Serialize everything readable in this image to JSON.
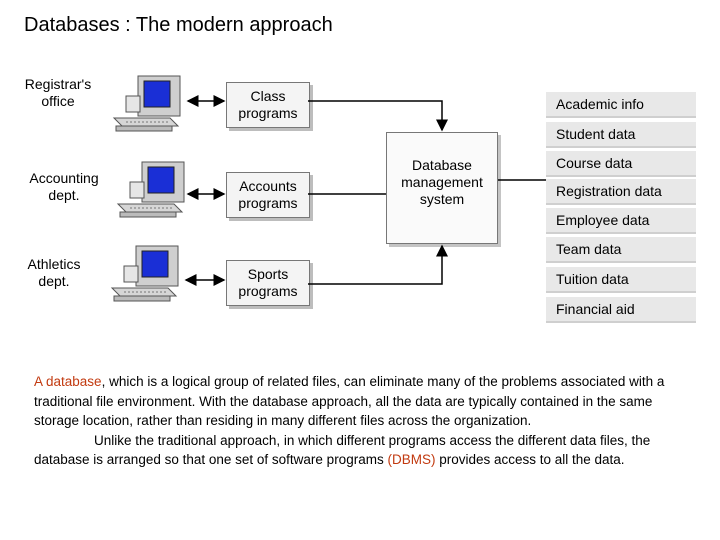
{
  "title": "Databases : The modern approach",
  "departments": [
    {
      "label": "Registrar's\noffice"
    },
    {
      "label": "Accounting\ndept."
    },
    {
      "label": "Athletics\ndept."
    }
  ],
  "programs": [
    {
      "label": "Class\nprograms"
    },
    {
      "label": "Accounts\nprograms"
    },
    {
      "label": "Sports\nprograms"
    }
  ],
  "dbms_label": "Database\nmanagement\nsystem",
  "data_stores": [
    "Academic info",
    "Student data",
    "Course data",
    "Registration data",
    "Employee data",
    "Team data",
    "Tuition data",
    "Financial aid"
  ],
  "paragraph": {
    "term": "A database",
    "text1": ", which is a logical group of related files, can eliminate many of the problems associated with a traditional file environment. With the database approach, all the data are typically contained in the same storage location, rather than residing in many different files across the organization.",
    "text2": "Unlike the traditional approach, in which different programs access the different data files, the database is arranged so that one set of software programs ",
    "dbms_term": "(DBMS)",
    "text3": " provides access to all the data."
  },
  "colors": {
    "highlight": "#c23a10",
    "screen": "#1a2fd6"
  },
  "icons": [
    "computer-icon"
  ]
}
